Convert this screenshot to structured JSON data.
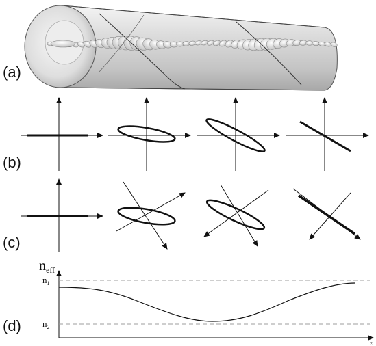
{
  "panels": {
    "a": {
      "label": "(a)"
    },
    "b": {
      "label": "(b)"
    },
    "c": {
      "label": "(c)"
    },
    "d": {
      "label": "(d)",
      "y_axis_symbol": "n",
      "y_axis_subscript": "eff",
      "level_high_symbol": "n",
      "level_high_subscript": "1",
      "level_low_symbol": "n",
      "level_low_subscript": "2",
      "x_axis_symbol": "z"
    }
  },
  "colors": {
    "ink": "#111111",
    "tube_fill": "#d9d9d9",
    "tube_shade": "#9a9a9a",
    "reference_dash": "#9c9c9c",
    "ellipsoid": "#e6e6e6"
  }
}
